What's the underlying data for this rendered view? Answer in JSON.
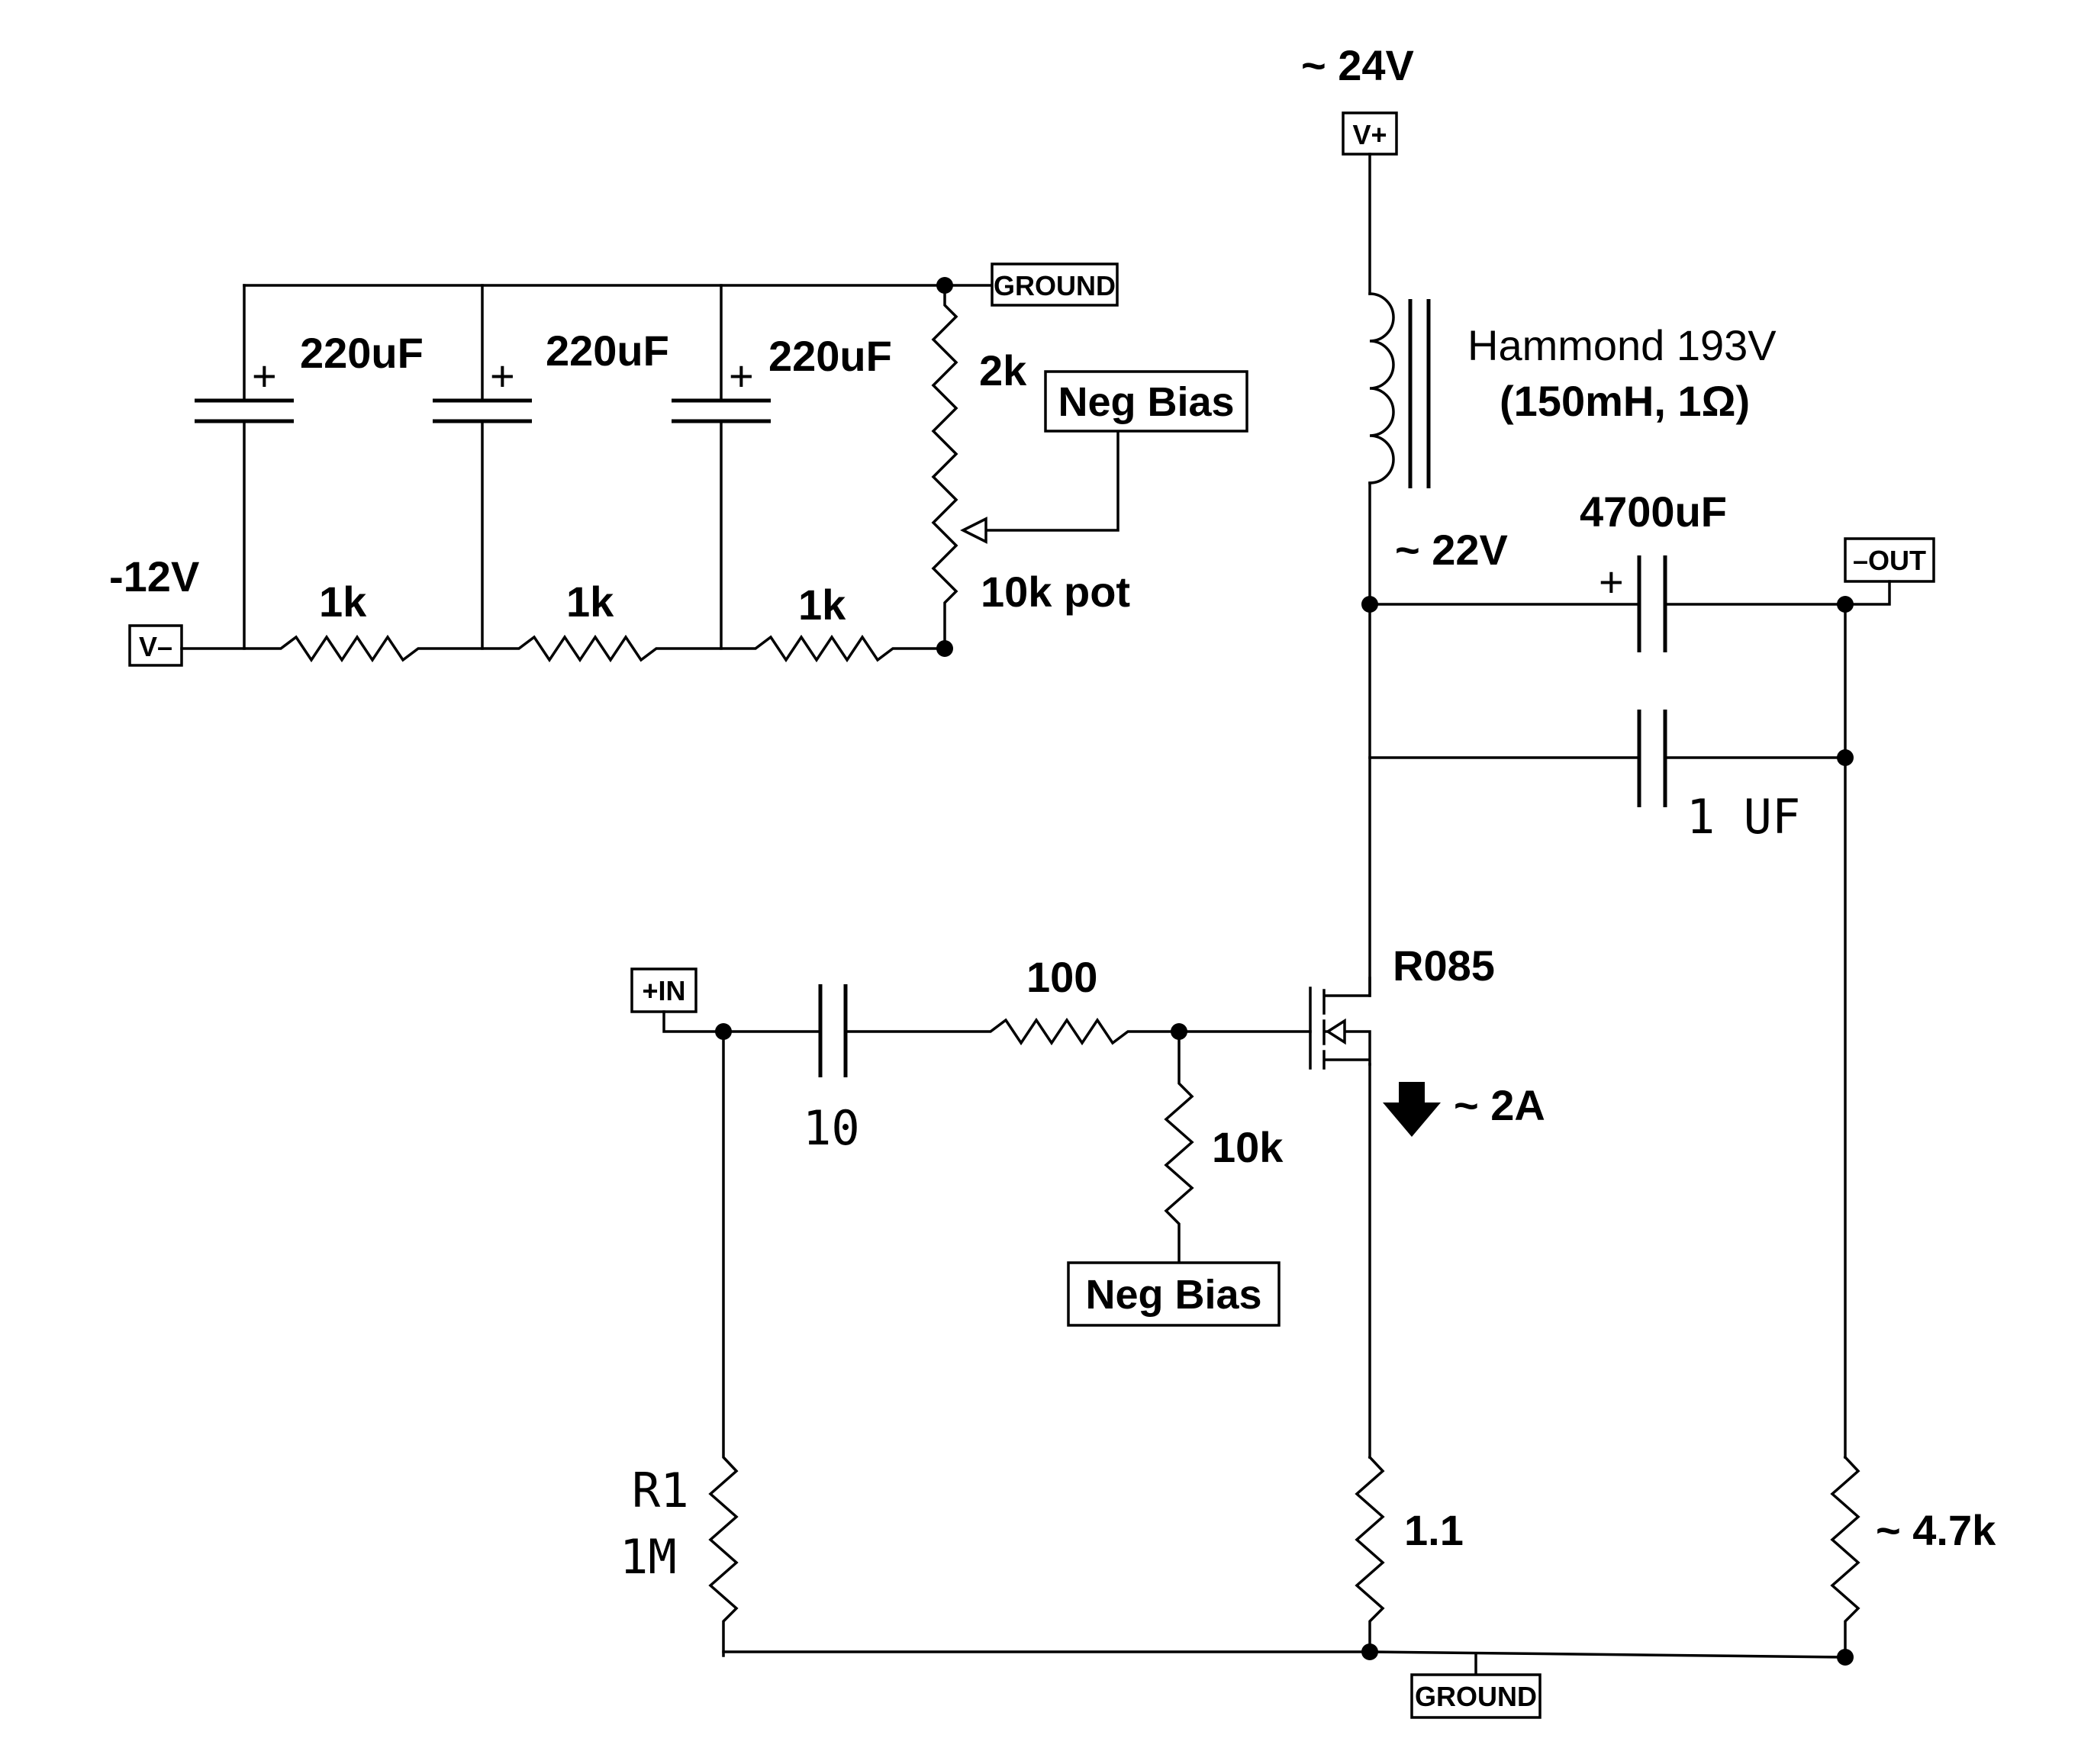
{
  "labels": {
    "supply_voltage": "~ 24V",
    "drain_voltage": "~ 22V",
    "neg_voltage": "-12V",
    "transformer_name": "Hammond 193V",
    "transformer_spec": "(150mH, 1Ω)",
    "out_cap": "4700uF",
    "bypass_cap": "1 UF",
    "cap_a": "220uF",
    "cap_b": "220uF",
    "cap_c": "220uF",
    "res_a": "1k",
    "res_b": "1k",
    "res_c": "1k",
    "res_2k": "2k",
    "pot": "10k pot",
    "input_cap": "10",
    "gate_res": "100",
    "bias_res": "10k",
    "mosfet": "R085",
    "current": "~ 2A",
    "r1_name": "R1",
    "r1_value": "1M",
    "source_res": "1.1",
    "load_res": "~ 4.7k",
    "plus_sign": "+"
  },
  "ports": {
    "vplus": "V+",
    "vminus": "V–",
    "ground_top": "GROUND",
    "ground_bottom": "GROUND",
    "minus_out": "–OUT",
    "plus_in": "+IN",
    "neg_bias_top": "Neg Bias",
    "neg_bias_bottom": "Neg Bias"
  }
}
